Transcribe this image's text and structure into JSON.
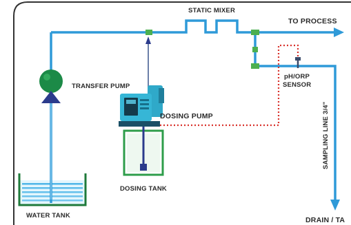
{
  "labels": {
    "static_mixer": "STATIC MIXER",
    "to_process": "TO PROCESS",
    "transfer_pump": "TRANSFER PUMP",
    "dosing_pump": "DOSING PUMP",
    "ph_orp_sensor_line1": "pH/ORP",
    "ph_orp_sensor_line2": "SENSOR",
    "sampling_line": "SAMPLING LINE 3/4\"",
    "dosing_tank": "DOSING TANK",
    "water_tank": "WATER TANK",
    "drain": "DRAIN / TA"
  },
  "colors": {
    "pipe": "#2f9ad8",
    "fitting": "#4caf50",
    "pump_body": "#1c8a47",
    "pump_base": "#2b3b8c",
    "signal_line": "#d9312b",
    "frame": "#333333",
    "dosing_pump": "#2fa9c9"
  }
}
